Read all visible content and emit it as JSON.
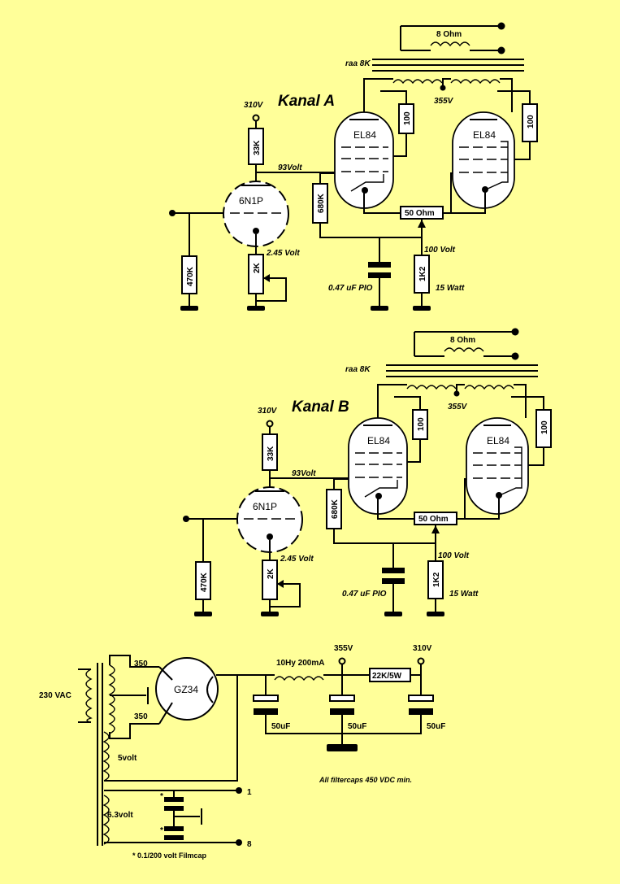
{
  "channels": [
    {
      "title": "Kanal A",
      "b_plus": "310V",
      "plate_resistor": "33K",
      "driver_tube": "6N1P",
      "grid_resistor": "470K",
      "cathode_pot": "2K",
      "cathode_voltage": "2.45 Volt",
      "driver_plate_voltage": "93Volt",
      "coupling_resistor": "680K",
      "output_tube_left": "EL84",
      "output_tube_right": "EL84",
      "screen_resistor_left": "100",
      "screen_resistor_right": "100",
      "transformer": "raa 8K",
      "center_tap_voltage": "355V",
      "speaker": "8 Ohm",
      "balance_pot": "50 Ohm",
      "cathode_voltage_output": "100 Volt",
      "cathode_resistor": "1K2",
      "cathode_resistor_power": "15 Watt",
      "bypass_cap": "0.47 uF PIO"
    },
    {
      "title": "Kanal B",
      "b_plus": "310V",
      "plate_resistor": "33K",
      "driver_tube": "6N1P",
      "grid_resistor": "470K",
      "cathode_pot": "2K",
      "cathode_voltage": "2.45 Volt",
      "driver_plate_voltage": "93Volt",
      "coupling_resistor": "680K",
      "output_tube_left": "EL84",
      "output_tube_right": "EL84",
      "screen_resistor_left": "100",
      "screen_resistor_right": "100",
      "transformer": "raa 8K",
      "center_tap_voltage": "355V",
      "speaker": "8 Ohm",
      "balance_pot": "50 Ohm",
      "cathode_voltage_output": "100 Volt",
      "cathode_resistor": "1K2",
      "cathode_resistor_power": "15 Watt",
      "bypass_cap": "0.47 uF PIO"
    }
  ],
  "psu": {
    "mains": "230 VAC",
    "hv_top": "350",
    "hv_bottom": "350",
    "rectifier": "GZ34",
    "rectifier_heater": "5volt",
    "heater": "6.3volt",
    "heater_tap_1": "1",
    "heater_tap_8": "8",
    "star_top": "*",
    "star_bottom": "*",
    "filmcap_note": "* 0.1/200 volt Filmcap",
    "choke": "10Hy 200mA",
    "node_355": "355V",
    "node_310": "310V",
    "dropping_resistor": "22K/5W",
    "cap1": "50uF",
    "cap2": "50uF",
    "cap3": "50uF",
    "filter_note": "All filtercaps 450 VDC min."
  }
}
